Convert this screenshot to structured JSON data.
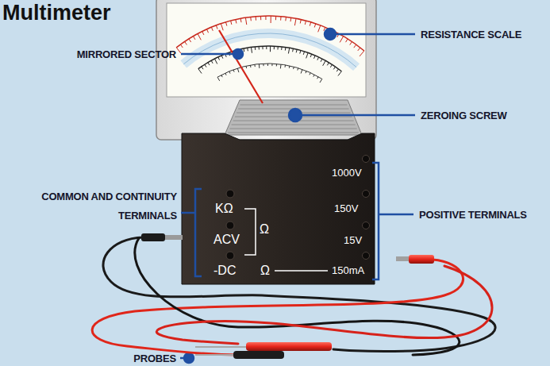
{
  "diagram": {
    "title": "Multimeter",
    "labels": [
      "RESISTANCE SCALE",
      "MIRRORED SECTOR",
      "ZEROING SCREW",
      "COMMON AND CONTINUITY TERMINALS",
      "POSITIVE TERMINALS",
      "PROBES",
      "1000V",
      "150V",
      "15V",
      "150mA",
      "KΩ",
      "ACV",
      "-DC",
      "Ω",
      "Ω"
    ]
  }
}
